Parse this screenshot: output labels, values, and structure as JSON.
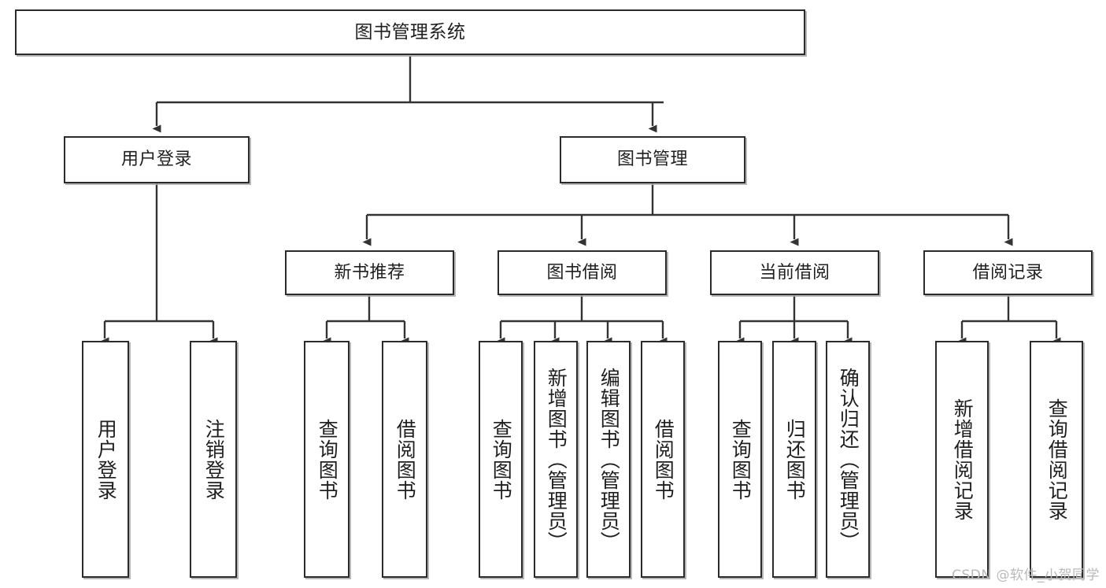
{
  "diagram": {
    "type": "tree-hierarchy-chart",
    "title": "图书管理系统",
    "watermark": "CSDN @软件_小贺同学",
    "colors": {
      "box_border": "#2b2b2b",
      "box_fill": "#ffffff",
      "edge": "#333333",
      "text": "#1f1f1f",
      "watermark": "#b9b9b9"
    },
    "levels": {
      "root": {
        "label": "图书管理系统"
      },
      "level2": [
        {
          "id": "user-login",
          "label": "用户登录"
        },
        {
          "id": "book-manage",
          "label": "图书管理"
        }
      ],
      "level3": [
        {
          "id": "new-book-recommend",
          "label": "新书推荐"
        },
        {
          "id": "book-borrow",
          "label": "图书借阅"
        },
        {
          "id": "current-borrow",
          "label": "当前借阅"
        },
        {
          "id": "borrow-record",
          "label": "借阅记录"
        }
      ],
      "leaves": {
        "user-login": [
          {
            "id": "leaf-user-login",
            "label": "用户登录"
          },
          {
            "id": "leaf-logout",
            "label": "注销登录"
          }
        ],
        "new-book-recommend": [
          {
            "id": "leaf-query-book-1",
            "label": "查询图书"
          },
          {
            "id": "leaf-borrow-book-1",
            "label": "借阅图书"
          }
        ],
        "book-borrow": [
          {
            "id": "leaf-query-book-2",
            "label": "查询图书"
          },
          {
            "id": "leaf-add-book",
            "label": "新增图书（管理员）"
          },
          {
            "id": "leaf-edit-book",
            "label": "编辑图书（管理员）"
          },
          {
            "id": "leaf-borrow-book-2",
            "label": "借阅图书"
          }
        ],
        "current-borrow": [
          {
            "id": "leaf-query-book-3",
            "label": "查询图书"
          },
          {
            "id": "leaf-return-book",
            "label": "归还图书"
          },
          {
            "id": "leaf-confirm-return",
            "label": "确认归还（管理员）"
          }
        ],
        "borrow-record": [
          {
            "id": "leaf-add-record",
            "label": "新增借阅记录"
          },
          {
            "id": "leaf-query-record",
            "label": "查询借阅记录"
          }
        ]
      }
    }
  }
}
